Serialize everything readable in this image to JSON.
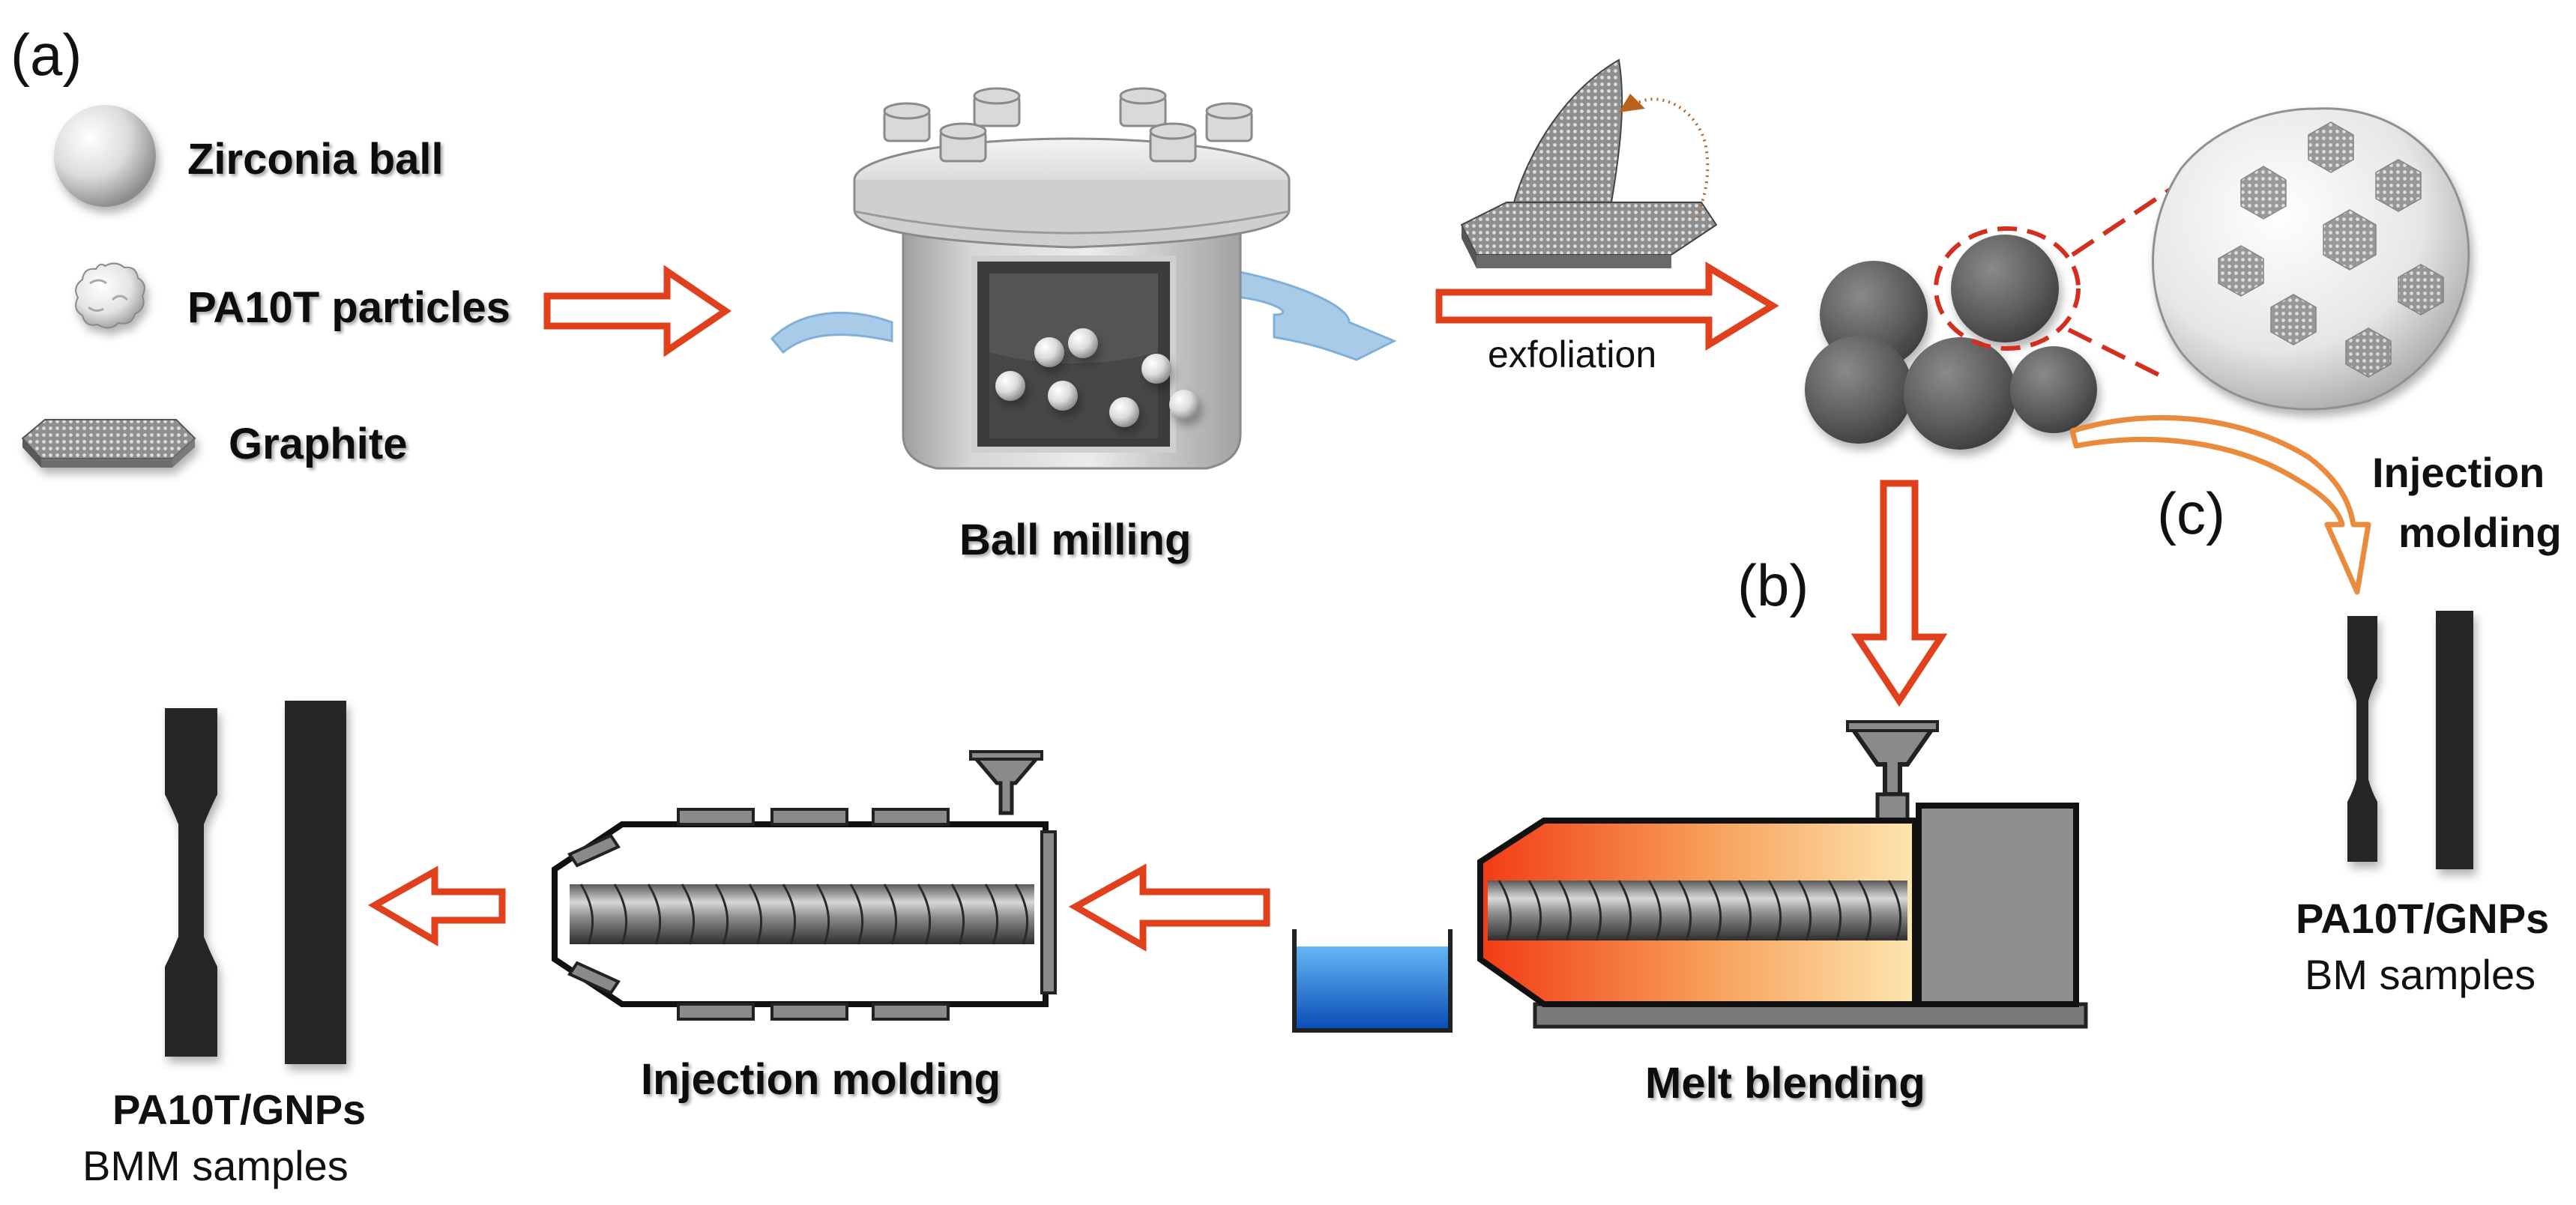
{
  "panel_labels": {
    "a": "(a)",
    "b": "(b)",
    "c": "(c)"
  },
  "legend": {
    "items": [
      {
        "label": "Zirconia ball",
        "icon": "zirconia-ball-icon"
      },
      {
        "label": "PA10T particles",
        "icon": "pa10t-particle-icon"
      },
      {
        "label": "Graphite",
        "icon": "graphite-sheet-icon"
      }
    ]
  },
  "steps": {
    "ball_milling": "Ball milling",
    "exfoliation": "exfoliation",
    "melt_blending": "Melt blending",
    "injection_molding_bmm": "Injection molding",
    "injection_molding_direct_line1": "Injection",
    "injection_molding_direct_line2": "molding"
  },
  "products": {
    "bmm": {
      "title": "PA10T/GNPs",
      "subtitle": "BMM samples"
    },
    "bm": {
      "title": "PA10T/GNPs",
      "subtitle": "BM samples"
    }
  },
  "colors": {
    "arrow_outline": "#e0411c",
    "arrow_orange": "#e98a3c",
    "heater_hot": "#f23b15",
    "heater_cool": "#fde6b0",
    "water": "#1a6fd6",
    "curve_arrow": "#a9cbe8",
    "specimen": "#262626"
  }
}
